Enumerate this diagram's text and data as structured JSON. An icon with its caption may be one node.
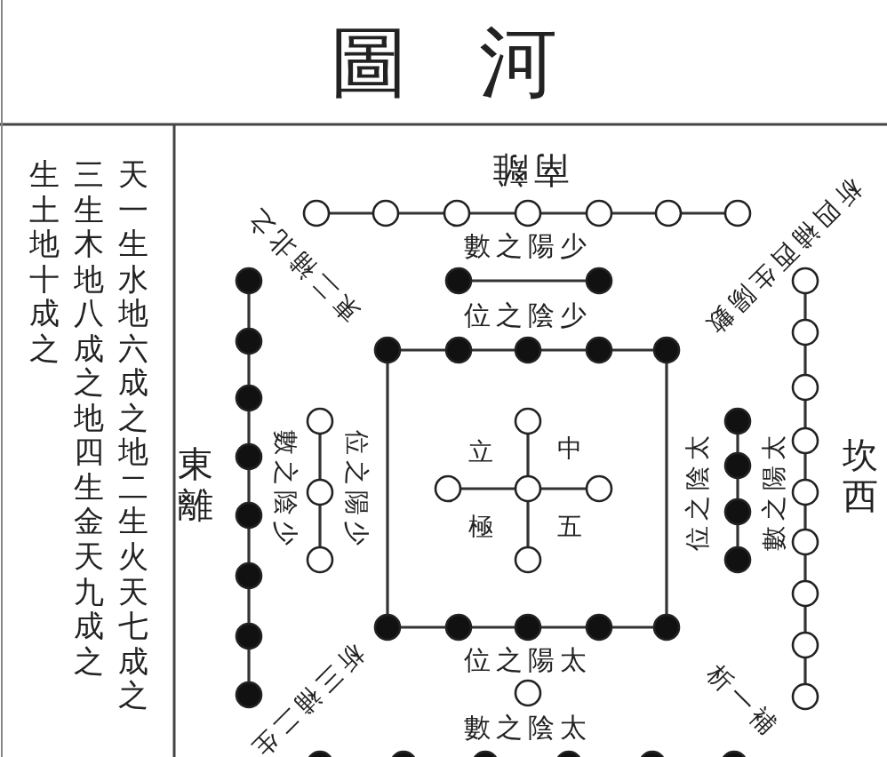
{
  "diagram": {
    "title": "圖河",
    "labels": [
      "生土地十成之",
      "三生木地八成之地四生金天九成之",
      "天一生水地六成之地二生火天七成之",
      "東二補北之",
      "南離",
      "析四補西生陽數",
      "數之陽少",
      "位之陰少",
      "數之陰少",
      "位之陽少",
      "立",
      "中",
      "極",
      "五",
      "位之陰太",
      "數之陽太",
      "東離",
      "坎西",
      "析三補二生",
      "位之陽太",
      "數之陰太",
      "析一補"
    ]
  }
}
